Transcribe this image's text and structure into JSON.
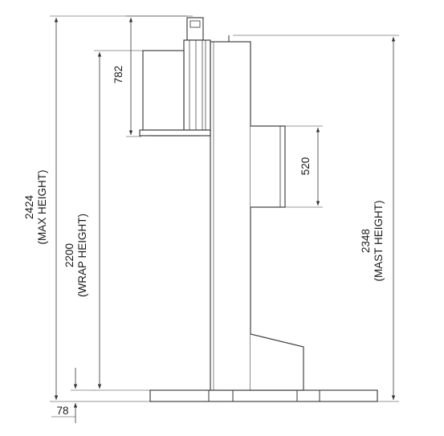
{
  "dimensions": {
    "max_height": {
      "value": "2424",
      "caption": "(MAX HEIGHT)"
    },
    "wrap_height": {
      "value": "2200",
      "caption": "(WRAP HEIGHT)"
    },
    "mast_height": {
      "value": "2348",
      "caption": "(MAST HEIGHT)"
    },
    "carriage_height": {
      "value": "782"
    },
    "mast_box_height": {
      "value": "520"
    },
    "base_height": {
      "value": "78"
    }
  },
  "colors": {
    "line": "#333333",
    "background": "#ffffff"
  }
}
